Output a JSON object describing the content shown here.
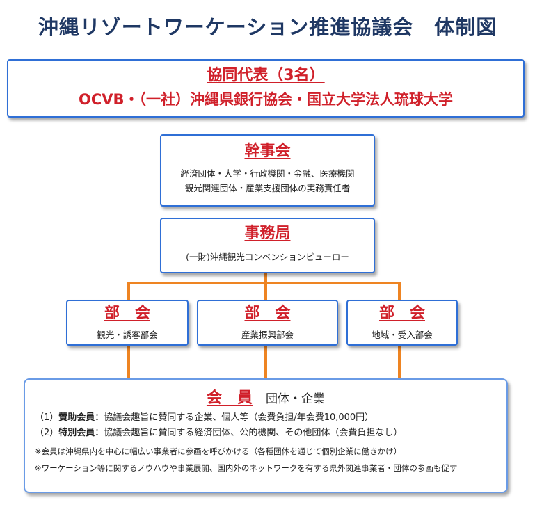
{
  "title": "沖縄リゾートワーケーション推進協議会　体制図",
  "rep": {
    "line1": "協同代表（3名）",
    "line2": "OCVB・（一社）沖縄県銀行協会・国立大学法人琉球大学"
  },
  "kanji": {
    "heading": "幹事会",
    "line1": "経済団体・大学・行政機関・金融、医療機関",
    "line2": "観光関連団体・産業支援団体の実務責任者"
  },
  "office": {
    "heading": "事務局",
    "line1": "(一財)沖縄観光コンベンションビューロー"
  },
  "bukai": [
    {
      "heading": "部　会",
      "label": "観光・誘客部会"
    },
    {
      "heading": "部　会",
      "label": "産業振興部会"
    },
    {
      "heading": "部　会",
      "label": "地域・受入部会"
    }
  ],
  "members": {
    "heading": "会　員",
    "subtitle": "団体・企業",
    "rows": [
      {
        "num": "（1）",
        "label": "賛助会員",
        "colon": "：",
        "text": "協議会趣旨に賛同する企業、個人等（会費負担/年会費10,000円）"
      },
      {
        "num": "（2）",
        "label": "特別会員",
        "colon": "：",
        "text": "協議会趣旨に賛同する経済団体、公的機関、その他団体（会費負担なし）"
      }
    ],
    "notes": [
      "※会員は沖縄県内を中心に幅広い事業者に参画を呼びかける（各種団体を通じて個別企業に働きかけ）",
      "※ワーケーション等に関するノウハウや事業展開、国内外のネットワークを有する県外関連事業者・団体の参画も促す"
    ]
  },
  "colors": {
    "accent_red": "#d0202a",
    "border_blue": "#2f6fd6",
    "connector_orange": "#ee8422",
    "title_navy": "#1f3864"
  }
}
